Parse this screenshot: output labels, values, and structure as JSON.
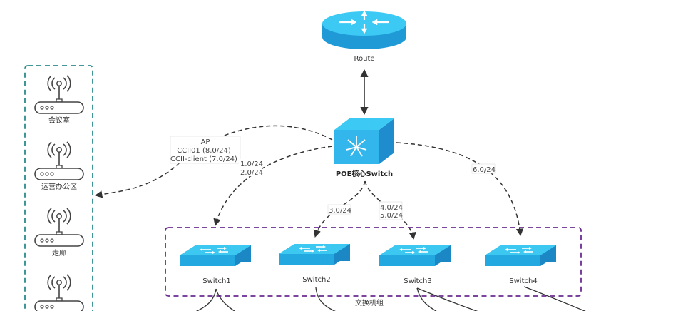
{
  "nodes": {
    "router": {
      "label": "Route",
      "icon": "router-icon"
    },
    "core_switch": {
      "label": "POE核心Switch",
      "icon": "core-switch-icon"
    },
    "switches": [
      {
        "label": "Switch1",
        "icon": "switch-icon"
      },
      {
        "label": "Switch2",
        "icon": "switch-icon"
      },
      {
        "label": "Switch3",
        "icon": "switch-icon"
      },
      {
        "label": "Switch4",
        "icon": "switch-icon"
      }
    ],
    "access_points": [
      {
        "label": "会议室",
        "icon": "wireless-ap-icon"
      },
      {
        "label": "运营办公区",
        "icon": "wireless-ap-icon"
      },
      {
        "label": "走廊",
        "icon": "wireless-ap-icon"
      },
      {
        "label": "",
        "icon": "wireless-ap-icon"
      }
    ]
  },
  "groups": {
    "switch_group": {
      "label": "交换机组",
      "border_color": "#6a2c91"
    },
    "ap_group": {
      "label": "",
      "border_color": "#2a8a8a"
    }
  },
  "edges": {
    "ap_link": {
      "lines": [
        "AP",
        "CCII01  (8.0/24)",
        "CCII-client  (7.0/24)"
      ]
    },
    "switch1_link": {
      "lines": [
        "1.0/24",
        "2.0/24"
      ]
    },
    "switch2_link": {
      "lines": [
        "3.0/24"
      ]
    },
    "switch3_link": {
      "lines": [
        "4.0/24",
        "5.0/24"
      ]
    },
    "switch4_link": {
      "lines": [
        "6.0/24"
      ]
    }
  },
  "colors": {
    "device_light": "#3cc8f0",
    "device_mid": "#23a9e0",
    "device_dark": "#1b87c4",
    "edge": "#333333"
  }
}
